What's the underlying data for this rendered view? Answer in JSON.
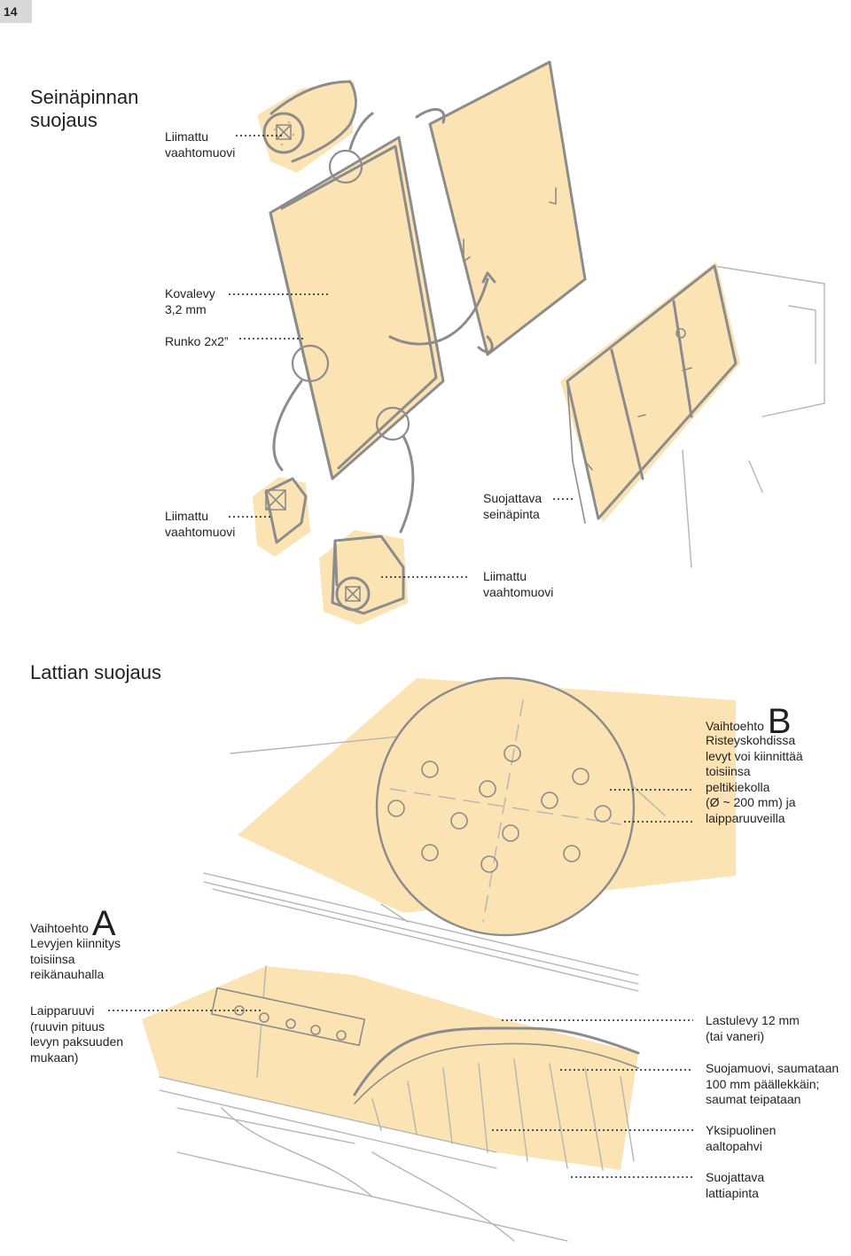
{
  "page": {
    "number": "14"
  },
  "colors": {
    "accent_fill": "#fbe3b3",
    "sketch_line": "#8c8c8c",
    "text": "#231f20"
  },
  "wall": {
    "heading": "Seinäpinnan\nsuojaus",
    "labels": {
      "foam_top": "Liimattu\nvaahtomuovi",
      "hardboard": "Kovalevy\n3,2 mm",
      "frame": "Runko 2x2”",
      "foam_left": "Liimattu\nvaahtomuovi",
      "wall_surface": "Suojattava\nseinäpinta",
      "foam_bottom": "Liimattu\nvaahtomuovi"
    }
  },
  "floor": {
    "heading": "Lattian suojaus",
    "option_b": {
      "word": "Vaihtoehto",
      "letter": "B",
      "text": "Risteyskohdissa\nlevyt voi kiinnittää\ntoisiinsa\npeltikiekolla\n(Ø ~ 200 mm) ja\nlaipparuuveilla"
    },
    "option_a": {
      "word": "Vaihtoehto",
      "letter": "A",
      "text": "Levyjen kiinnitys\ntoisiinsa\nreikänauhalla",
      "screws": "Laipparuuvi\n(ruuvin pituus\nlevyn paksuuden\nmukaan)"
    },
    "layers": {
      "chipboard": "Lastulevy 12 mm\n(tai vaneri)",
      "foam": "Suojamuovi, saumataan\n100 mm päällekkäin;\nsaumat teipataan",
      "cardboard": "Yksipuolinen\naaltopahvi",
      "floor_surface": "Suojattava\nlattiapinta"
    }
  }
}
